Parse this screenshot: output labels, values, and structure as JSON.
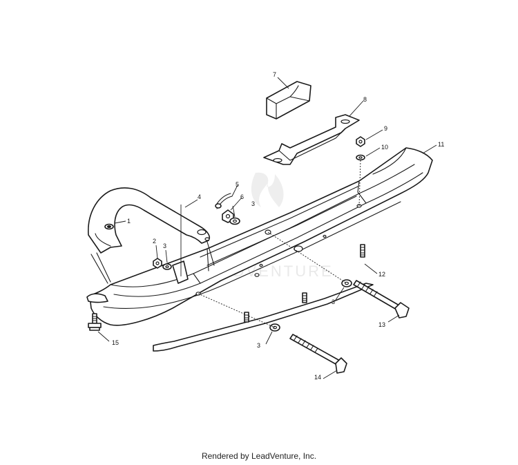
{
  "diagram": {
    "callouts": [
      "1",
      "2",
      "3",
      "3",
      "3",
      "3",
      "4",
      "5",
      "6",
      "7",
      "8",
      "9",
      "10",
      "11",
      "12",
      "13",
      "14",
      "15"
    ],
    "watermark": "LeadVenture"
  },
  "footer": {
    "text": "Rendered by LeadVenture, Inc."
  },
  "colors": {
    "line": "#1a1a1a",
    "background": "#ffffff"
  }
}
